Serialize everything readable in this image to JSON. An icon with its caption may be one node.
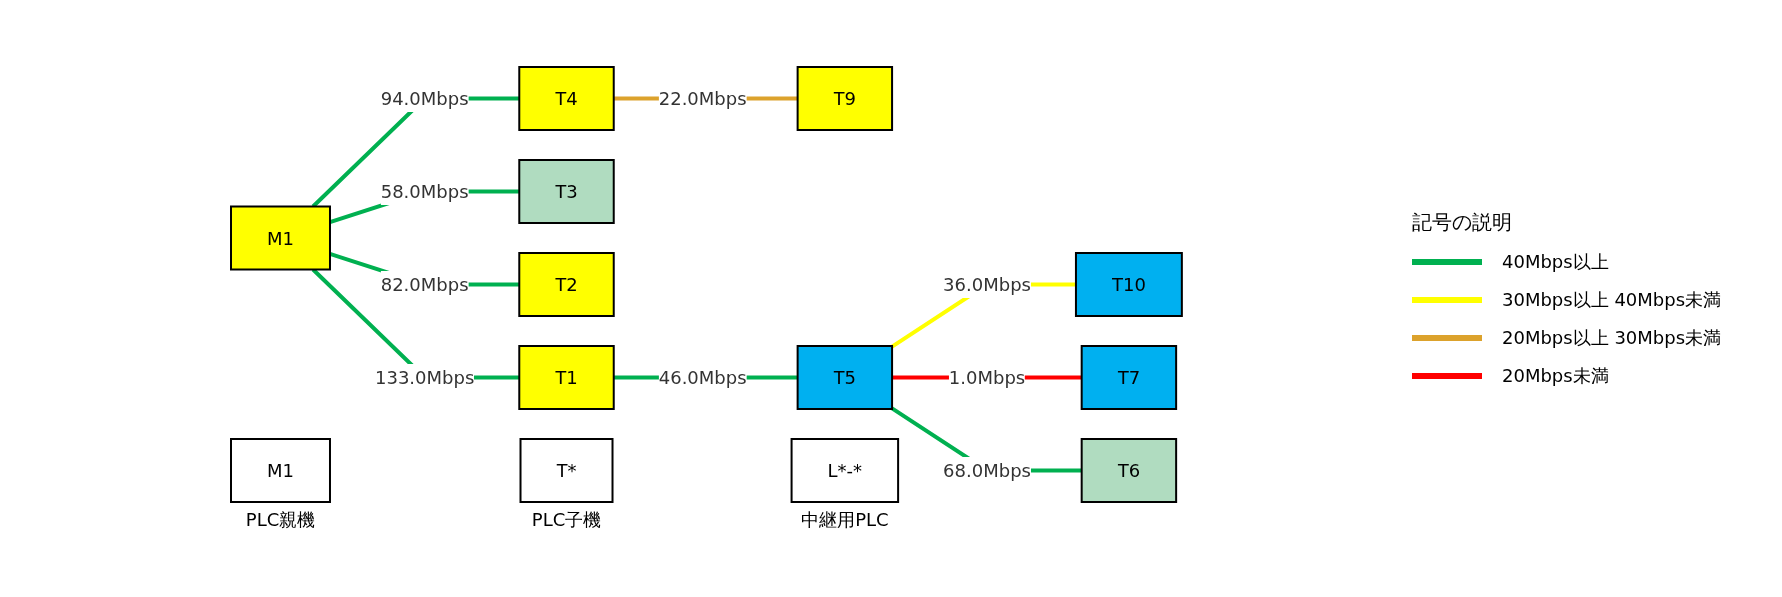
{
  "diagram": {
    "nodes": [
      {
        "text": [
          "M1"
        ]
      },
      {
        "text": [
          "T4"
        ]
      },
      {
        "text": [
          "T9"
        ]
      },
      {
        "text": [
          "T3"
        ]
      },
      {
        "text": [
          "T2"
        ]
      },
      {
        "text": [
          "T1"
        ]
      },
      {
        "text": [
          "T5"
        ]
      },
      {
        "text": [
          "T10"
        ]
      },
      {
        "text": [
          "T7"
        ]
      },
      {
        "text": [
          "T6"
        ]
      },
      {
        "text": [
          "M1"
        ],
        "beside": [
          "PLC親機"
        ]
      },
      {
        "text": [
          "T*"
        ],
        "beside": [
          "PLC子機"
        ]
      },
      {
        "text": [
          "L*-*"
        ],
        "beside": [
          "中継用PLC"
        ]
      }
    ],
    "edges": [
      {
        "from": 0,
        "to": 1,
        "arrow": "none",
        "label": "94.0Mbps"
      },
      {
        "from": 1,
        "to": 2,
        "arrow": "none",
        "label": "22.0Mbps",
        "color": "#dca22c"
      },
      {
        "from": 0,
        "to": 3,
        "arrow": "none",
        "label": "58.0Mbps"
      },
      {
        "from": 0,
        "to": 4,
        "arrow": "none",
        "label": "82.0Mbps"
      },
      {
        "from": 0,
        "to": 5,
        "arrow": "none",
        "label": "133.0Mbps"
      },
      {
        "from": 5,
        "to": 6,
        "arrow": "none",
        "label": "46.0Mbps"
      },
      {
        "from": 6,
        "to": 7,
        "arrow": "none",
        "label": "36.0Mbps",
        "color": "#ffff00"
      },
      {
        "from": 6,
        "to": 8,
        "arrow": "none",
        "label": "1.0Mbps",
        "color": "#ff0000"
      },
      {
        "from": 6,
        "to": 9,
        "arrow": "none",
        "label": "68.0Mbps"
      }
    ],
    "labels": [
      "記号の説明"
    ],
    "legend": [
      {
        "text": "40Mbps以上",
        "color": "#00b050"
      },
      {
        "text": "30Mbps以上 40Mbps未満",
        "color": "#ffff00"
      },
      {
        "text": "20Mbps以上 30Mbps未満",
        "color": "#dca22c"
      },
      {
        "text": "20Mbps未満",
        "color": "#ff0000"
      }
    ]
  }
}
